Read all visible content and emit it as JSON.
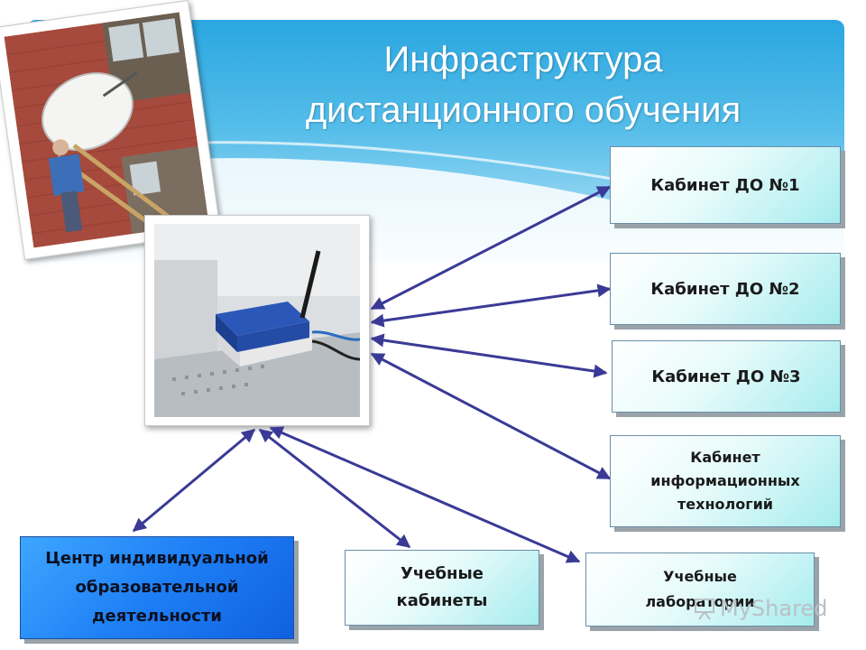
{
  "title": {
    "line1": "Инфраструктура",
    "line2": "дистанционного обучения"
  },
  "nodes": {
    "cab1": "Кабинет ДО №1",
    "cab2": "Кабинет ДО №2",
    "cab3": "Кабинет ДО №3",
    "it_lines": [
      "Кабинет",
      "информационных",
      "технологий"
    ],
    "center_lines": [
      "Центр индивидуальной",
      "образовательной",
      "деятельности"
    ],
    "classes_lines": [
      "Учебные",
      "кабинеты"
    ],
    "labs_lines": [
      "Учебные",
      "лаборатории"
    ]
  },
  "watermark": "MyShared",
  "colors": {
    "arrow": "#3a3a96",
    "header": "#2aa6e0",
    "blue_box": "#1e7ff5",
    "cyan_box": "#a6ecee"
  },
  "icons": {
    "photo1": "satellite-dish-photo",
    "photo2": "router-photo",
    "watermark": "presentation-board-icon"
  }
}
